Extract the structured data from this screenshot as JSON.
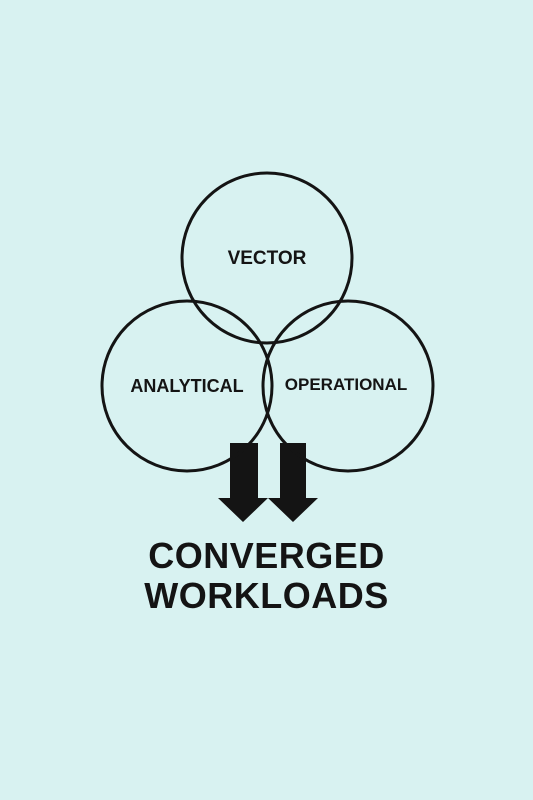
{
  "diagram": {
    "circles": {
      "top": "VECTOR",
      "left": "ANALYTICAL",
      "right": "OPERATIONAL"
    },
    "result": {
      "line1": "CONVERGED",
      "line2": "WORKLOADS"
    },
    "colors": {
      "background": "#d8f2f1",
      "stroke": "#141414",
      "text": "#141414"
    }
  }
}
